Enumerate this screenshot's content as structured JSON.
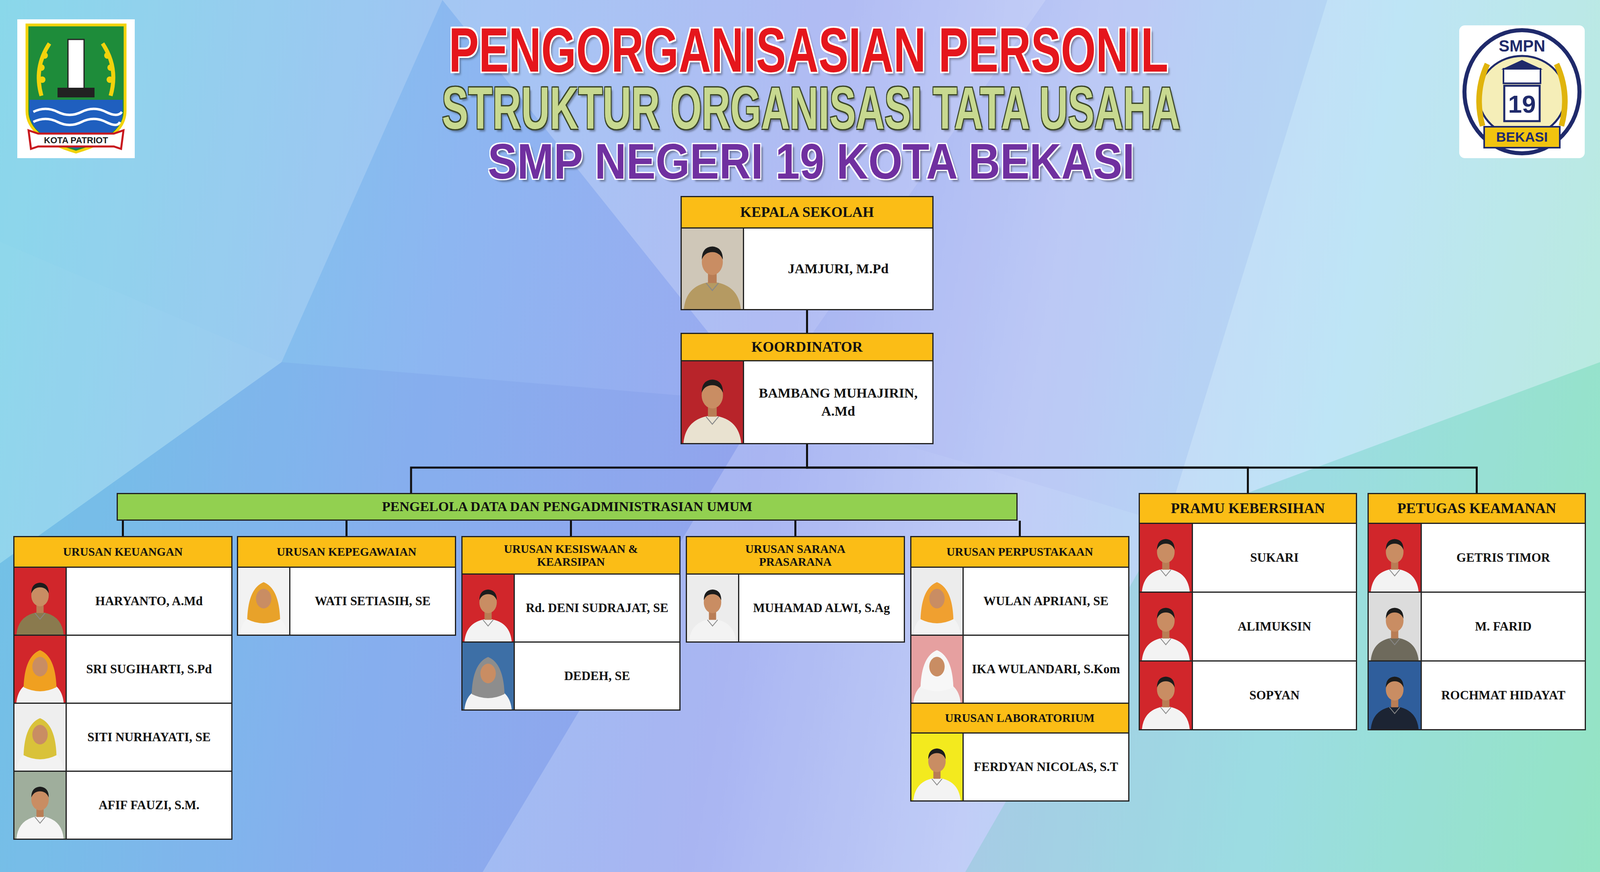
{
  "diagram": {
    "title": "PENGORGANISASIAN PERSONIL",
    "nodes": [
      {
        "text": [
          "KEPALA SEKOLAH"
        ]
      },
      {
        "text": [
          "JAMJURI, M.Pd"
        ],
        "in": 0
      },
      {
        "text": [
          "KOORDINATOR"
        ]
      },
      {
        "text": [
          "BAMBANG MUHAJIRIN, A.Md"
        ],
        "in": 2
      },
      {
        "text": [
          "PENGELOLA DATA DAN PENGADMINISTRASIAN UMUM"
        ]
      },
      {
        "text": [
          "URUSAN KEUANGAN"
        ]
      },
      {
        "text": [
          "HARYANTO, A.Md"
        ],
        "in": 5
      },
      {
        "text": [
          "SRI SUGIHARTI, S.Pd"
        ],
        "in": 5
      },
      {
        "text": [
          "SITI NURHAYATI, SE"
        ],
        "in": 5
      },
      {
        "text": [
          "AFIF FAUZI, S.M."
        ],
        "in": 5
      },
      {
        "text": [
          "URUSAN KEPEGAWAIAN"
        ]
      },
      {
        "text": [
          "WATI SETIASIH, SE"
        ],
        "in": 10
      },
      {
        "text": [
          "URUSAN KESISWAAN & KEARSIPAN"
        ]
      },
      {
        "text": [
          "Rd. DENI SUDRAJAT, SE"
        ],
        "in": 12
      },
      {
        "text": [
          "DEDEH, SE"
        ],
        "in": 12
      },
      {
        "text": [
          "URUSAN SARANA PRASARANA"
        ]
      },
      {
        "text": [
          "MUHAMAD ALWI, S.Ag"
        ],
        "in": 15
      },
      {
        "text": [
          "URUSAN PERPUSTAKAAN"
        ]
      },
      {
        "text": [
          "WULAN APRIANI, SE"
        ],
        "in": 17
      },
      {
        "text": [
          "IKA WULANDARI, S.Kom"
        ],
        "in": 17
      },
      {
        "text": [
          "URUSAN LABORATORIUM"
        ]
      },
      {
        "text": [
          "FERDYAN NICOLAS, S.T"
        ],
        "in": 20
      },
      {
        "text": [
          "PRAMU KEBERSIHAN"
        ]
      },
      {
        "text": [
          "SUKARI"
        ],
        "in": 22
      },
      {
        "text": [
          "ALIMUKSIN"
        ],
        "in": 22
      },
      {
        "text": [
          "SOPYAN"
        ],
        "in": 22
      },
      {
        "text": [
          "PETUGAS KEAMANAN"
        ]
      },
      {
        "text": [
          "GETRIS TIMOR"
        ],
        "in": 26
      },
      {
        "text": [
          "M. FARID"
        ],
        "in": 26
      },
      {
        "text": [
          "ROCHMAT HIDAYAT"
        ],
        "in": 26
      }
    ],
    "edges": [
      {
        "from": 0,
        "to": 2,
        "arrow": "none"
      },
      {
        "from": 2,
        "to": 4,
        "arrow": "none"
      },
      {
        "from": 2,
        "to": 22,
        "arrow": "none"
      },
      {
        "from": 2,
        "to": 26,
        "arrow": "none"
      },
      {
        "from": 4,
        "to": 5,
        "arrow": "none"
      },
      {
        "from": 4,
        "to": 10,
        "arrow": "none"
      },
      {
        "from": 4,
        "to": 12,
        "arrow": "none"
      },
      {
        "from": 4,
        "to": 15,
        "arrow": "none"
      },
      {
        "from": 4,
        "to": 17,
        "arrow": "none"
      }
    ],
    "labels": [
      "STRUKTUR ORGANISASI TATA USAHA",
      "SMP NEGERI 19 KOTA BEKASI",
      "KOTA PATRIOT",
      "SMPN",
      "19",
      "BEKASI"
    ]
  }
}
